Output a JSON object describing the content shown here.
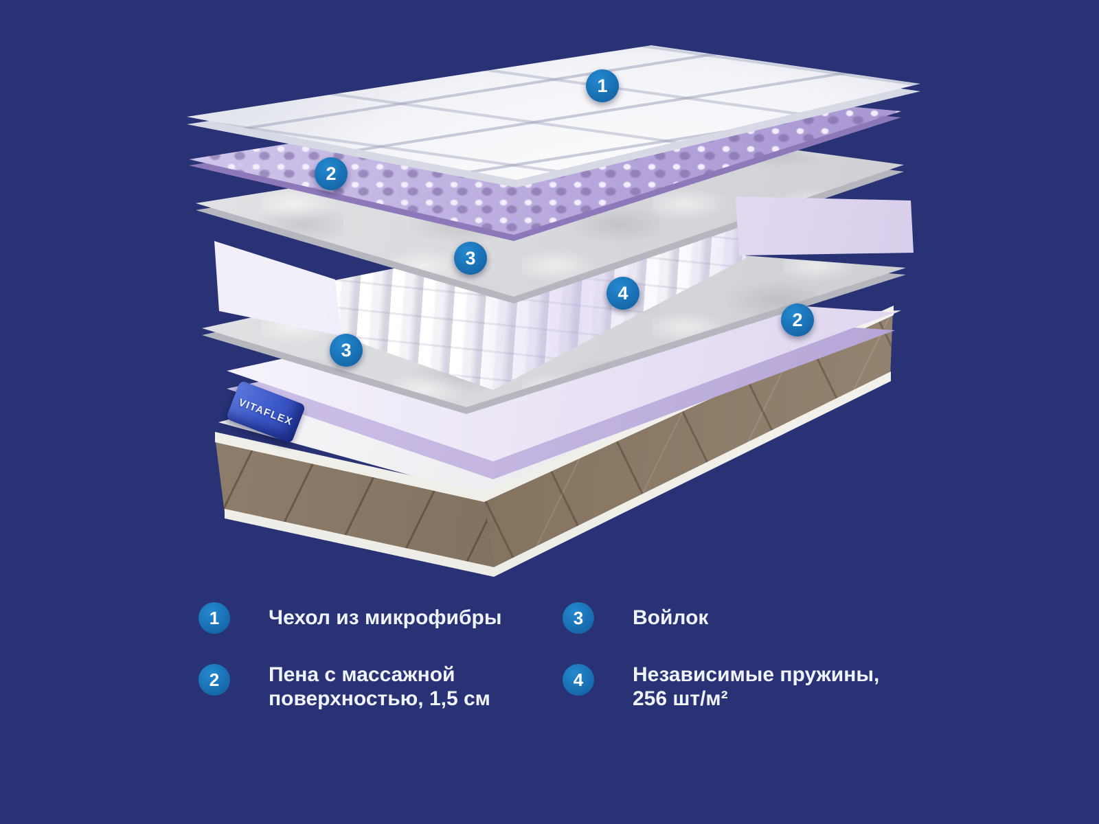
{
  "colors": {
    "background": "#283274",
    "badge": "#1a74ba",
    "legend_text": "#f0f3fa",
    "foam_purple": "#b3a2d9",
    "base_fabric_brown": "#83735f"
  },
  "brand": {
    "tag_label": "VITAFLEX"
  },
  "diagram": {
    "badges": [
      {
        "n": "1"
      },
      {
        "n": "2"
      },
      {
        "n": "3"
      },
      {
        "n": "4"
      },
      {
        "n": "3"
      },
      {
        "n": "2"
      }
    ]
  },
  "legend": {
    "items": [
      {
        "num": "1",
        "line1": "Чехол из микрофибры",
        "line2": ""
      },
      {
        "num": "2",
        "line1": "Пена с массажной",
        "line2": "поверхностью, 1,5 см"
      },
      {
        "num": "3",
        "line1": "Войлок",
        "line2": ""
      },
      {
        "num": "4",
        "line1": "Независимые пружины,",
        "line2": "256 шт/м²"
      }
    ]
  }
}
